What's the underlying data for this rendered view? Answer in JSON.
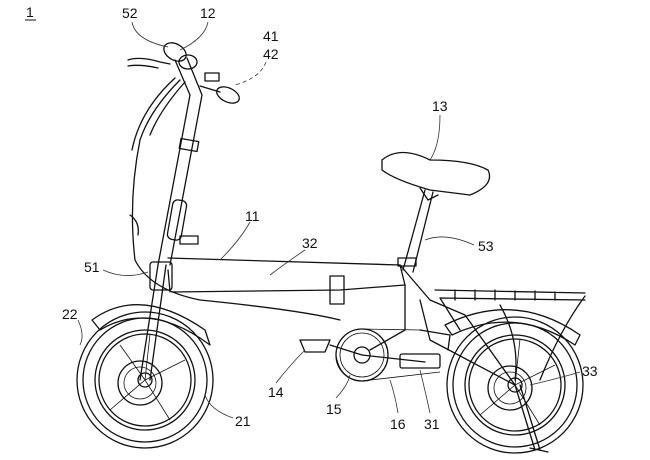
{
  "figure": {
    "figure_number": "1",
    "labels": {
      "bicycle": "1",
      "frame": "11",
      "handlebar": "12",
      "saddle": "13",
      "pedal_left": "14",
      "chainring": "15",
      "chain": "16",
      "front_wheel": "21",
      "front_fender": "22",
      "pedal_right": "31",
      "cable": "32",
      "rear_wheel": "33",
      "grip_41": "41",
      "grip_42": "42",
      "clamp_51": "51",
      "lever_52": "52",
      "seat_post": "53"
    }
  }
}
